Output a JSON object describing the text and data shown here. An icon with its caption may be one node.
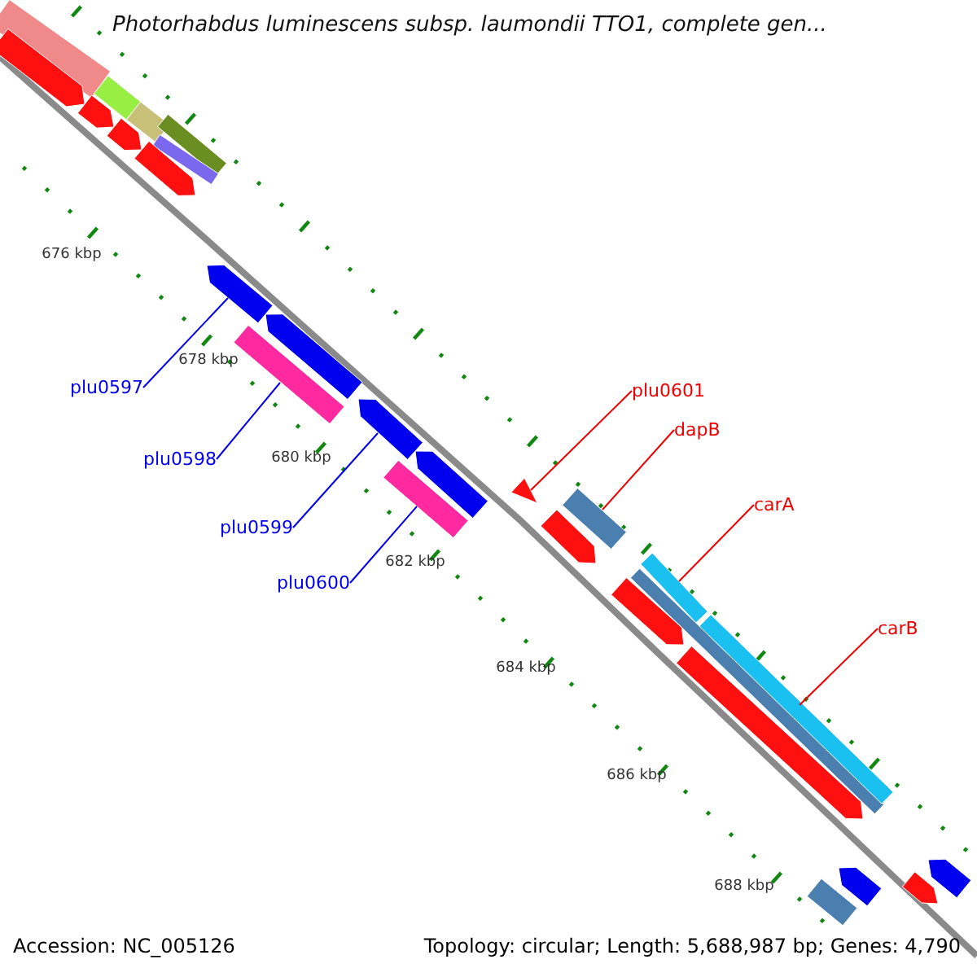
{
  "diagram": {
    "title": "Photorhabdus luminescens subsp. laumondii TTO1, complete gen...",
    "nodes": [
      {
        "text": [
          "plu0597"
        ]
      },
      {
        "text": [
          "plu0598"
        ]
      },
      {
        "text": [
          "plu0599"
        ]
      },
      {
        "text": [
          "plu0600"
        ]
      },
      {
        "text": [
          "plu0601"
        ]
      },
      {
        "text": [
          "dapB"
        ]
      },
      {
        "text": [
          "carA"
        ]
      },
      {
        "text": [
          "carB"
        ]
      },
      {
        "text": [],
        "shape": "arrow"
      },
      {
        "text": [],
        "shape": "bar"
      },
      {
        "text": [],
        "shape": "arrow"
      },
      {
        "text": [],
        "shape": "bar"
      },
      {
        "text": [],
        "shape": "triangle"
      },
      {
        "text": [],
        "shape": "bar"
      },
      {
        "text": [],
        "shape": "bar"
      },
      {
        "text": [],
        "shape": "bar"
      }
    ],
    "edges": [
      {
        "from": 0,
        "to": 8,
        "arrow": "none",
        "color": "#0000ee"
      },
      {
        "from": 1,
        "to": 9,
        "arrow": "none",
        "color": "#0000ee"
      },
      {
        "from": 2,
        "to": 10,
        "arrow": "none",
        "color": "#0000ee"
      },
      {
        "from": 3,
        "to": 11,
        "arrow": "none",
        "color": "#0000ee"
      },
      {
        "from": 4,
        "to": 12,
        "arrow": "none",
        "color": "#ee0000"
      },
      {
        "from": 5,
        "to": 13,
        "arrow": "none",
        "color": "#ee0000"
      },
      {
        "from": 6,
        "to": 14,
        "arrow": "none",
        "color": "#ee0000"
      },
      {
        "from": 7,
        "to": 15,
        "arrow": "none",
        "color": "#ee0000"
      }
    ],
    "labels": [
      "676 kbp",
      "678 kbp",
      "680 kbp",
      "682 kbp",
      "684 kbp",
      "686 kbp",
      "688 kbp",
      "Accession: NC_005126",
      "Topology: circular; Length: 5,688,987 bp; Genes: 4,790"
    ]
  }
}
